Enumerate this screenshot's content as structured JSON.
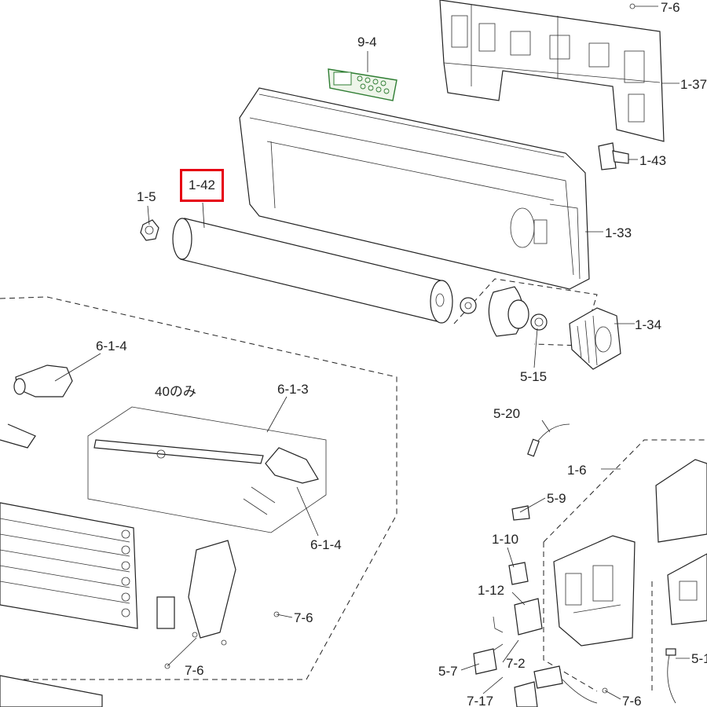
{
  "diagram": {
    "highlight_color": "#e60012",
    "remote_color": "#2e7d32",
    "highlighted_part": "1-42",
    "labels": {
      "p_7_6_top": "7-6",
      "p_9_4": "9-4",
      "p_1_37": "1-37",
      "p_1_43": "1-43",
      "p_1_5": "1-5",
      "p_1_42": "1-42",
      "p_1_33": "1-33",
      "p_1_34": "1-34",
      "p_5_15": "5-15",
      "p_6_1_4_top": "6-1-4",
      "p_40_only": "40のみ",
      "p_6_1_3": "6-1-3",
      "p_6_1_4_bottom": "6-1-4",
      "p_5_20": "5-20",
      "p_1_6": "1-6",
      "p_5_9": "5-9",
      "p_1_10": "1-10",
      "p_1_12": "1-12",
      "p_7_6_mid": "7-6",
      "p_7_6_bottom_left": "7-6",
      "p_5_7": "5-7",
      "p_7_2": "7-2",
      "p_7_17": "7-17",
      "p_7_6_bottom_right": "7-6",
      "p_5_1": "5-1"
    }
  }
}
